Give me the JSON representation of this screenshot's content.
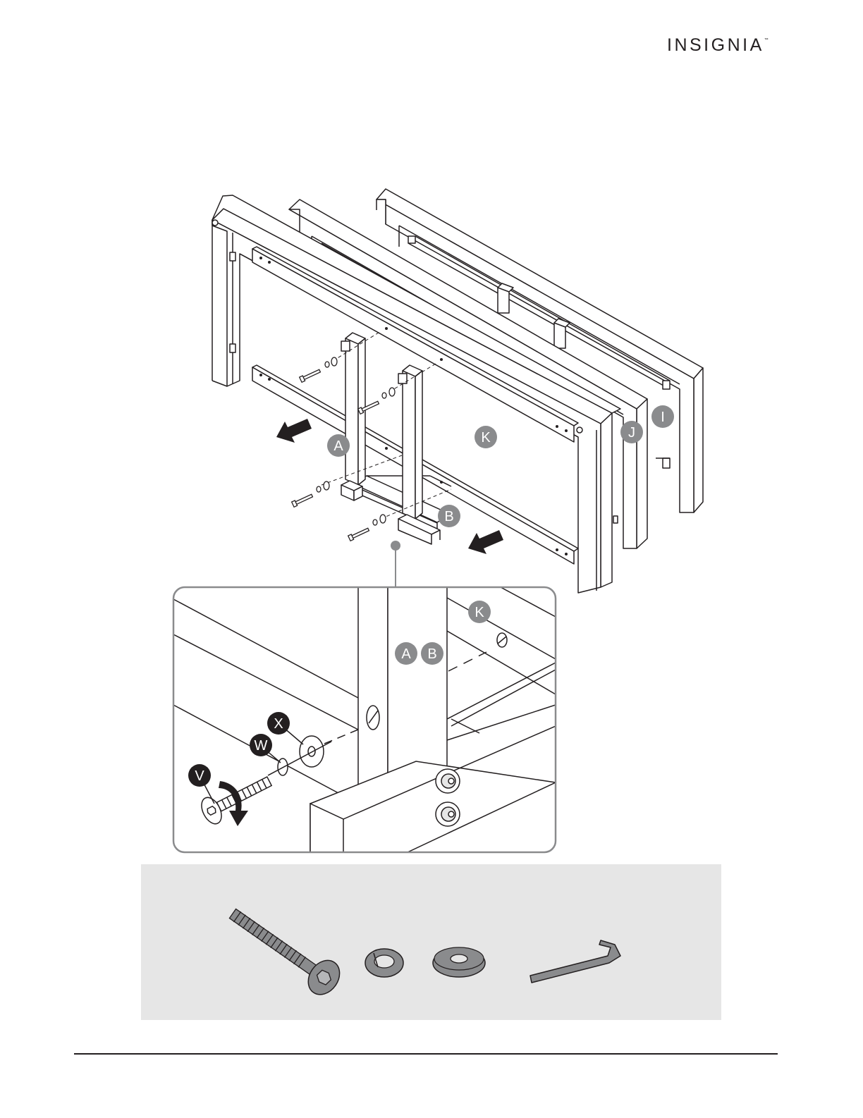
{
  "brand": {
    "logo_text": "INSIGNIA",
    "trademark": "™"
  },
  "callouts": {
    "overview": {
      "a": "A",
      "b": "B",
      "k": "K",
      "j": "J",
      "i": "I"
    },
    "detail": {
      "k": "K",
      "a": "A",
      "b": "B",
      "x": "X",
      "w": "W",
      "v": "V"
    }
  },
  "colors": {
    "callout_fill": "#8a8b8d",
    "callout_dark": "#231f20",
    "hardware_panel": "#e6e6e6",
    "line": "#231f20"
  },
  "hardware": [
    "bolt",
    "lock-washer",
    "flat-washer",
    "allen-wrench"
  ]
}
